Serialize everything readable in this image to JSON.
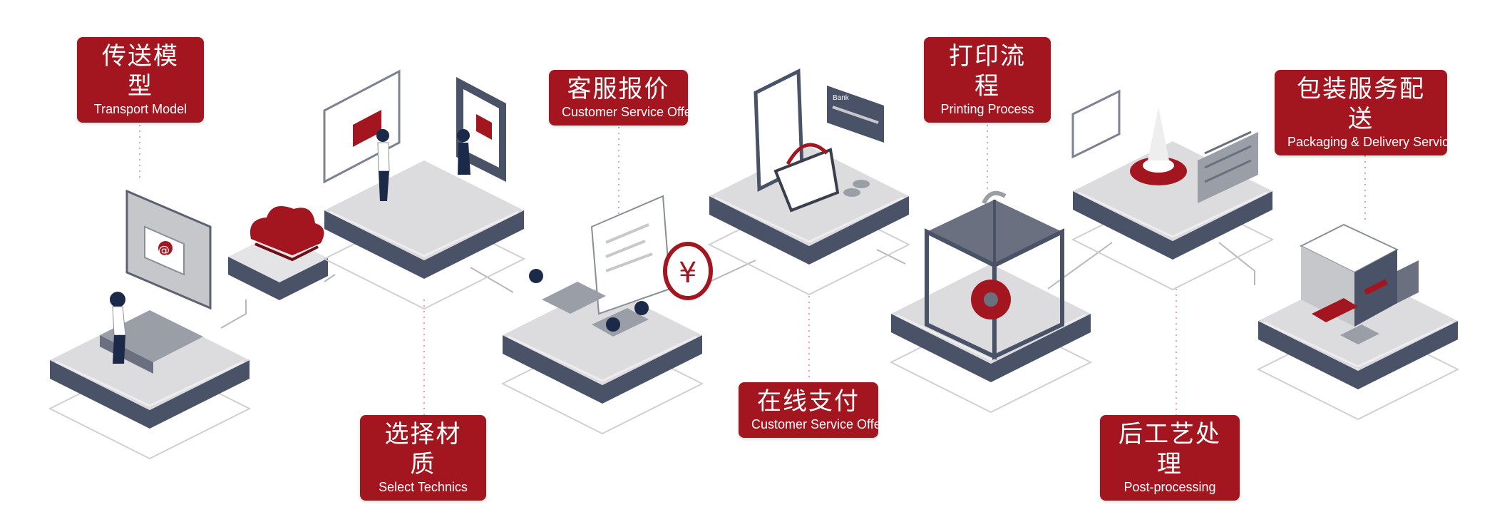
{
  "steps": [
    {
      "cn": "传送模型",
      "en": "Transport Model"
    },
    {
      "cn": "选择材质",
      "en": "Select Technics"
    },
    {
      "cn": "客服报价",
      "en": "Customer Service Offer"
    },
    {
      "cn": "在线支付",
      "en": "Customer Service Offer"
    },
    {
      "cn": "打印流程",
      "en": "Printing Process"
    },
    {
      "cn": "后工艺处理",
      "en": "Post-processing"
    },
    {
      "cn": "包装服务配送",
      "en": "Packaging & Delivery Services"
    }
  ],
  "illustration_text": {
    "currency_symbol": "¥",
    "email_symbol": "@",
    "card_label": "Bank"
  },
  "colors": {
    "accent": "#a3161f",
    "platform_top": "#d9d9db",
    "platform_side": "#4a5268",
    "outline": "#c8c8cc",
    "connector": "#b8b8bc"
  }
}
